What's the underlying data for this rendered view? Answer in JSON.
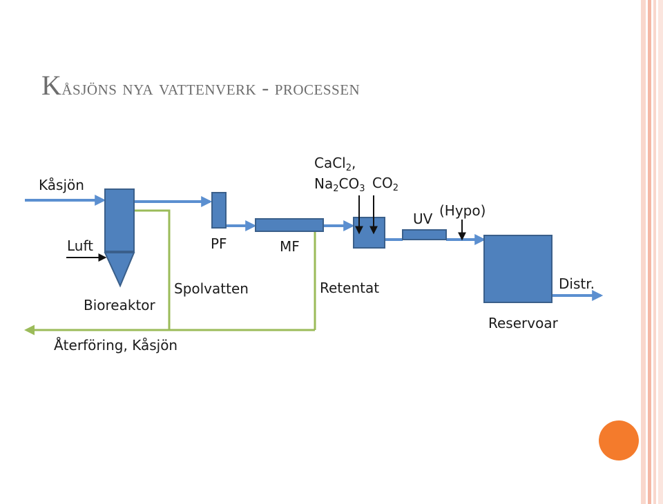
{
  "title": {
    "first": "K",
    "rest": "åsjöns nya vattenverk - processen"
  },
  "labels": {
    "kasjon": "Kåsjön",
    "luft": "Luft",
    "bioreaktor": "Bioreaktor",
    "pf": "PF",
    "mf": "MF",
    "spolvatten": "Spolvatten",
    "retentat": "Retentat",
    "aterforing": "Återföring, Kåsjön",
    "cacl_base": "CaCl",
    "cacl_sub": "2",
    "cacl_comma": ",",
    "na": "Na",
    "na_sub": "2",
    "co": "CO",
    "co_sub": "3",
    "co2": "CO",
    "co2_sub": "2",
    "uv": "UV",
    "hypo": "(Hypo)",
    "reservoar": "Reservoar",
    "distr": "Distr."
  },
  "colors": {
    "box_fill": "#4f81bd",
    "box_stroke": "#3a5f8a",
    "flow_arrow": "#5b8fd0",
    "green_line": "#9bbb59",
    "accent_dot": "#f47b2c"
  }
}
